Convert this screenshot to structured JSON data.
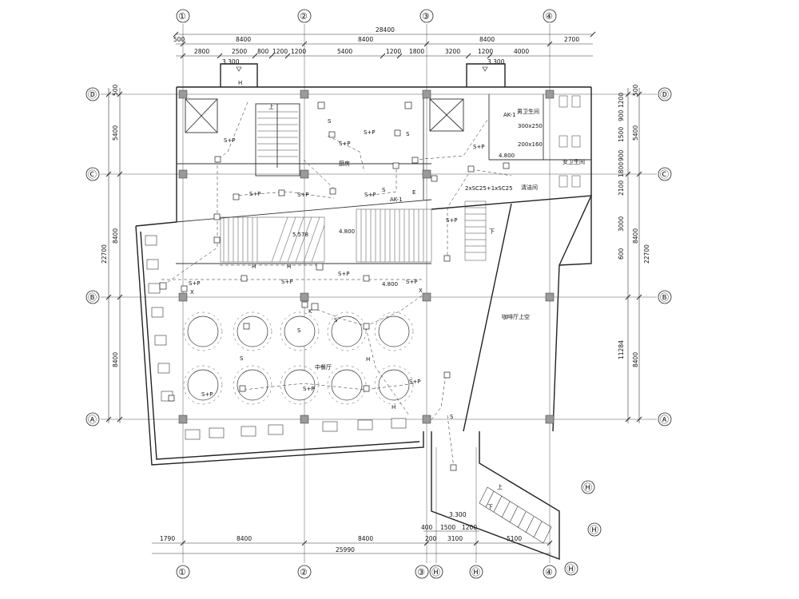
{
  "grid": {
    "columns": [
      "①",
      "②",
      "③",
      "④"
    ],
    "rows": [
      "Ⓓ",
      "Ⓒ",
      "Ⓑ",
      "Ⓐ"
    ],
    "stair_axes": [
      "Ⓗ",
      "Ⓗ",
      "Ⓗ"
    ]
  },
  "top_dims": {
    "total": "28400",
    "row1": [
      "500",
      "8400",
      "8400",
      "8400",
      "2700"
    ],
    "row2": [
      "2800",
      "2500",
      "800",
      "1200",
      "1200",
      "5400",
      "1200",
      "1800",
      "3200",
      "1200",
      "4000"
    ],
    "level_left": "3.300",
    "level_right": "3.300"
  },
  "bottom_dims": {
    "total": "25990",
    "row1": [
      "1790",
      "8400",
      "8400",
      "200",
      "3100",
      "5100"
    ],
    "row2": [
      "400",
      "1500",
      "1200"
    ],
    "level": "3.300"
  },
  "left_dims": {
    "total": "22700",
    "row1": [
      "500",
      "5400",
      "8400",
      "8400"
    ]
  },
  "right_dims": {
    "total": "22700",
    "row1": [
      "500",
      "1200",
      "900",
      "1500",
      "900",
      "1800",
      "2100",
      "3000",
      "600",
      "11284"
    ],
    "row2": [
      "5400",
      "8400",
      "8400"
    ]
  },
  "rooms": {
    "kitchen": "厨房",
    "chinese_restaurant": "中餐厅",
    "cafe_void": "咖啡厅上空",
    "male_wc": "男卫生间",
    "female_wc": "女卫生间",
    "washroom": "清洁间"
  },
  "levels": {
    "l1": "5.578",
    "l2": "4.800",
    "l3": "4.800",
    "l4": "4.800"
  },
  "device_labels": {
    "sp": "S+P",
    "s": "S",
    "h": "H",
    "x": "X",
    "k": "K",
    "e": "E",
    "ak": "AK-1",
    "pipe_note": "2xSC25+1xSC25",
    "duct_1": "300x250",
    "duct_2": "200x160",
    "stair_up": "上",
    "stair_down": "下"
  }
}
